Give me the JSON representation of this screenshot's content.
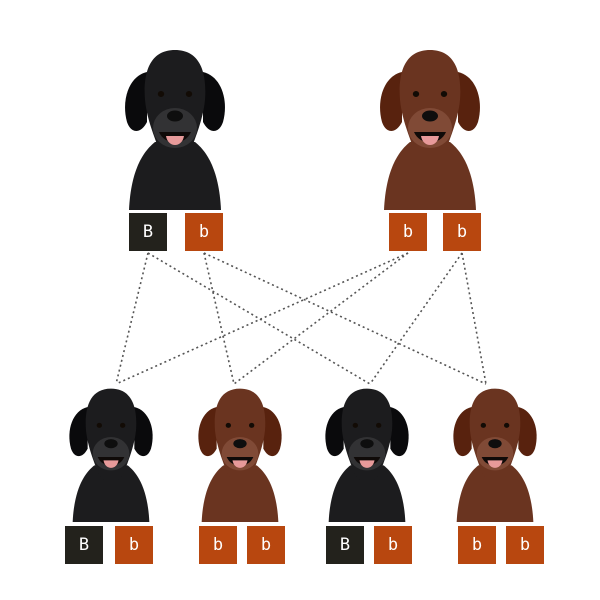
{
  "colors": {
    "black_allele": "#23221c",
    "brown_allele": "#b8470f",
    "black_coat": "#1c1c1e",
    "brown_coat": "#6a3420",
    "line": "#555555"
  },
  "parents": [
    {
      "coat": "black",
      "icon": "black-labrador-icon",
      "alleles": [
        {
          "label": "B",
          "type": "dominant"
        },
        {
          "label": "b",
          "type": "recessive"
        }
      ]
    },
    {
      "coat": "brown",
      "icon": "chocolate-labrador-icon",
      "alleles": [
        {
          "label": "b",
          "type": "recessive"
        },
        {
          "label": "b",
          "type": "recessive"
        }
      ]
    }
  ],
  "offspring": [
    {
      "coat": "black",
      "icon": "black-labrador-icon",
      "alleles": [
        {
          "label": "B",
          "type": "dominant"
        },
        {
          "label": "b",
          "type": "recessive"
        }
      ]
    },
    {
      "coat": "brown",
      "icon": "chocolate-labrador-icon",
      "alleles": [
        {
          "label": "b",
          "type": "recessive"
        },
        {
          "label": "b",
          "type": "recessive"
        }
      ]
    },
    {
      "coat": "black",
      "icon": "black-labrador-icon",
      "alleles": [
        {
          "label": "B",
          "type": "dominant"
        },
        {
          "label": "b",
          "type": "recessive"
        }
      ]
    },
    {
      "coat": "brown",
      "icon": "chocolate-labrador-icon",
      "alleles": [
        {
          "label": "b",
          "type": "recessive"
        },
        {
          "label": "b",
          "type": "recessive"
        }
      ]
    }
  ],
  "crosses": [
    {
      "from": [
        0,
        0
      ],
      "to": [
        0,
        0
      ]
    },
    {
      "from": [
        0,
        0
      ],
      "to": [
        2,
        0
      ]
    },
    {
      "from": [
        0,
        1
      ],
      "to": [
        1,
        0
      ]
    },
    {
      "from": [
        0,
        1
      ],
      "to": [
        3,
        0
      ]
    },
    {
      "from": [
        1,
        0
      ],
      "to": [
        0,
        1
      ]
    },
    {
      "from": [
        1,
        0
      ],
      "to": [
        1,
        1
      ]
    },
    {
      "from": [
        1,
        1
      ],
      "to": [
        2,
        1
      ]
    },
    {
      "from": [
        1,
        1
      ],
      "to": [
        3,
        1
      ]
    }
  ]
}
